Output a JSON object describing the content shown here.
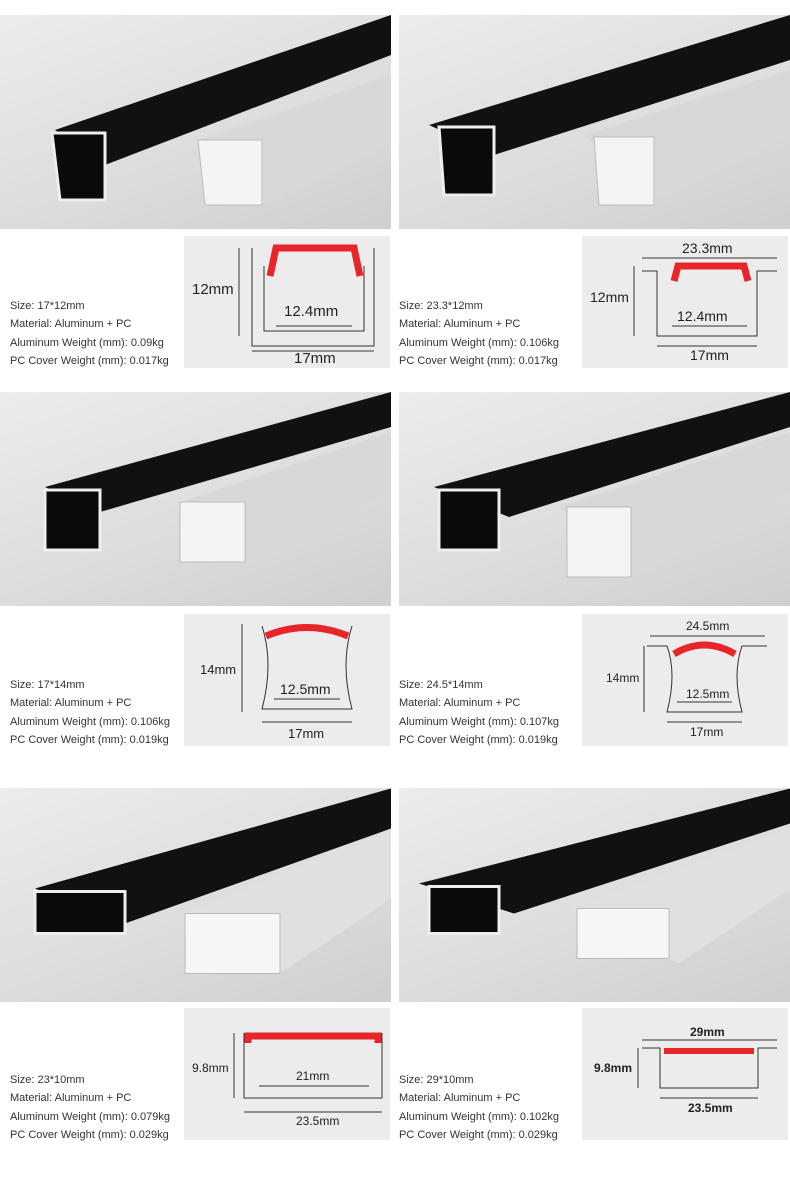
{
  "products": [
    {
      "size": "Size: 17*12mm",
      "material": "Material: Aluminum + PC",
      "al_weight": "Aluminum Weight (mm): 0.09kg",
      "pc_weight": "PC Cover Weight (mm): 0.017kg",
      "dims": {
        "height": "12mm",
        "inner": "12.4mm",
        "width": "17mm"
      }
    },
    {
      "size": "Size: 23.3*12mm",
      "material": "Material: Aluminum + PC",
      "al_weight": "Aluminum Weight (mm): 0.106kg",
      "pc_weight": "PC Cover Weight (mm): 0.017kg",
      "dims": {
        "top": "23.3mm",
        "height": "12mm",
        "inner": "12.4mm",
        "width": "17mm"
      }
    },
    {
      "size": "Size: 17*14mm",
      "material": "Material: Aluminum + PC",
      "al_weight": "Aluminum Weight (mm): 0.106kg",
      "pc_weight": "PC Cover Weight (mm): 0.019kg",
      "dims": {
        "height": "14mm",
        "inner": "12.5mm",
        "width": "17mm"
      }
    },
    {
      "size": "Size: 24.5*14mm",
      "material": "Material: Aluminum + PC",
      "al_weight": "Aluminum Weight (mm): 0.107kg",
      "pc_weight": "PC Cover Weight (mm): 0.019kg",
      "dims": {
        "top": "24.5mm",
        "height": "14mm",
        "inner": "12.5mm",
        "width": "17mm"
      }
    },
    {
      "size": "Size: 23*10mm",
      "material": "Material: Aluminum + PC",
      "al_weight": "Aluminum Weight (mm): 0.079kg",
      "pc_weight": "PC Cover Weight (mm): 0.029kg",
      "dims": {
        "height": "9.8mm",
        "inner": "21mm",
        "width": "23.5mm"
      }
    },
    {
      "size": "Size: 29*10mm",
      "material": "Material: Aluminum + PC",
      "al_weight": "Aluminum Weight (mm): 0.102kg",
      "pc_weight": "PC Cover Weight (mm): 0.029kg",
      "dims": {
        "top": "29mm",
        "height": "9.8mm",
        "width": "23.5mm"
      }
    }
  ],
  "colors": {
    "cover_red": "#e8262a",
    "background": "#ececec"
  }
}
